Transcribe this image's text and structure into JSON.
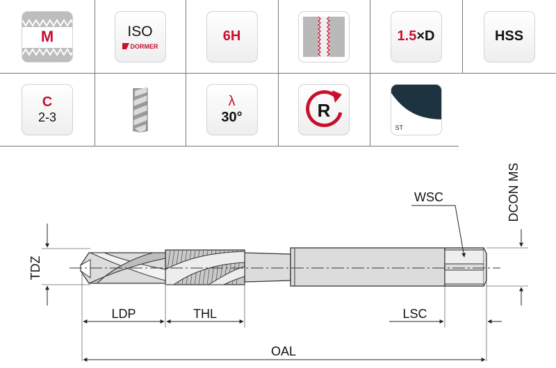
{
  "icons": {
    "thread_profile": "M",
    "standard": "ISO",
    "brand": "DORMER",
    "tolerance": "6H",
    "depth": "1.5×D",
    "depth_value": "1.5",
    "depth_suffix": "×D",
    "material": "HSS",
    "chamfer_letter": "C",
    "chamfer_value": "2-3",
    "helix_symbol": "λ",
    "helix_angle": "30°",
    "rotation": "R",
    "coating": "ST"
  },
  "dimensions": {
    "wsc": "WSC",
    "dcon_ms": "DCON MS",
    "tdz": "TDZ",
    "ldp": "LDP",
    "thl": "THL",
    "lsc": "LSC",
    "oal": "OAL"
  },
  "colors": {
    "accent_red": "#c8102e",
    "tool_gray": "#dcdcdc",
    "coating_dark": "#1d3340"
  }
}
